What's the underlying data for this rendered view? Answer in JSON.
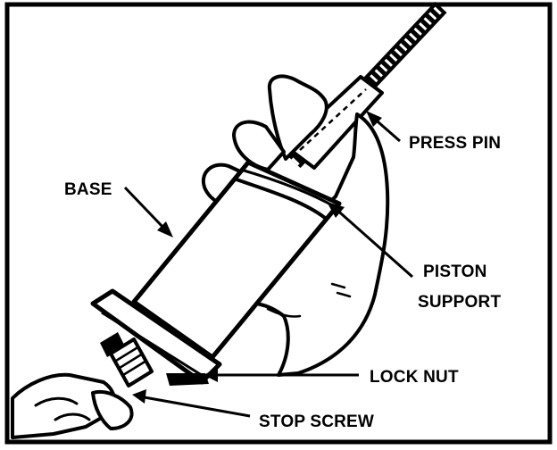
{
  "diagram": {
    "labels": {
      "press_pin": "PRESS PIN",
      "base": "BASE",
      "piston_support_line1": "PISTON",
      "piston_support_line2": "SUPPORT",
      "lock_nut": "LOCK NUT",
      "stop_screw": "STOP SCREW"
    },
    "colors": {
      "ink": "#000000",
      "paper": "#ffffff"
    }
  }
}
